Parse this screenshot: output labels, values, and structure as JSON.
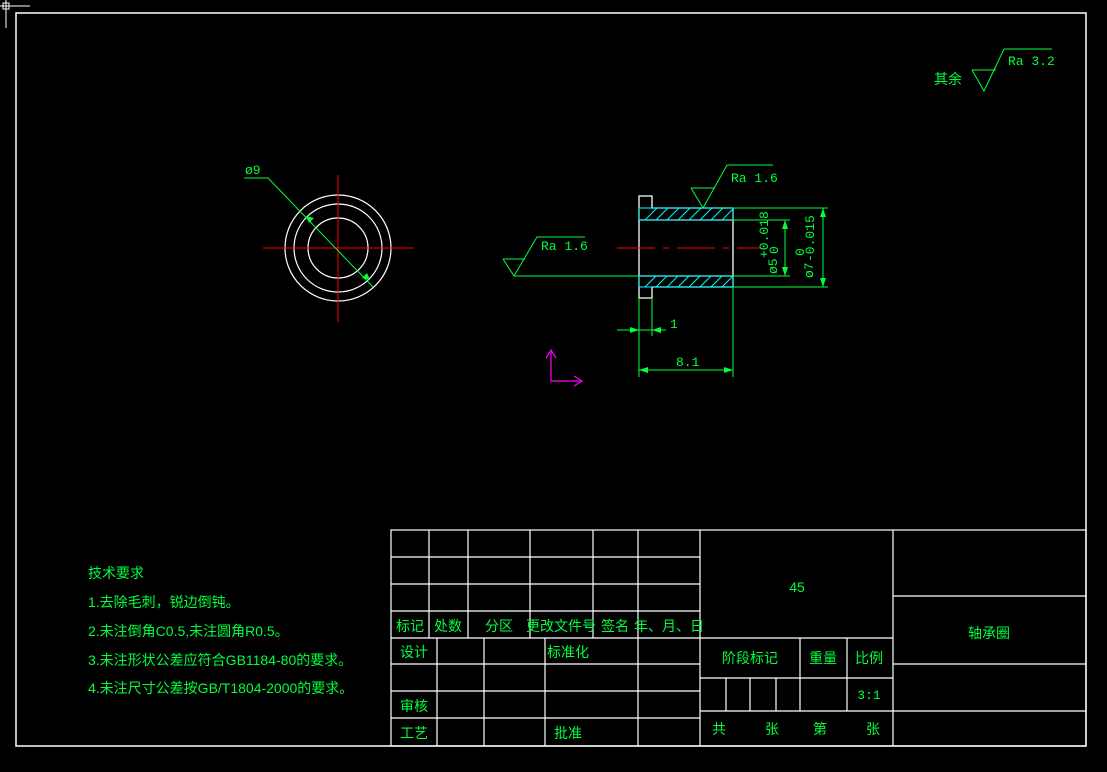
{
  "colors": {
    "background": "#000000",
    "frame": "#ffffff",
    "text": "#00ff3c",
    "centerline": "#ff0000",
    "hatch": "#00ffff",
    "ucs": "#ff00ff"
  },
  "general_roughness": {
    "label": "其余",
    "value": "Ra 3.2"
  },
  "end_view": {
    "diameter_label": "ø9"
  },
  "section_view": {
    "top_roughness": "Ra 1.6",
    "bore_roughness": "Ra 1.6",
    "inner_diameter": {
      "nominal": "ø5",
      "upper": "+0.018",
      "lower": "0"
    },
    "outer_diameter": {
      "nominal": "ø7",
      "upper": "0",
      "lower": "-0.015"
    },
    "flange_thickness": "1",
    "total_length": "8.1"
  },
  "tech_requirements": {
    "title": "技术要求",
    "items": [
      "1.去除毛刺，锐边倒钝。",
      "2.未注倒角C0.5,未注圆角R0.5。",
      "3.未注形状公差应符合GB1184-80的要求。",
      "4.未注尺寸公差按GB/T1804-2000的要求。"
    ]
  },
  "title_block": {
    "material": "45",
    "part_name": "轴承圈",
    "revision_headers": [
      "标记",
      "处数",
      "分区",
      "更改文件号",
      "签名",
      "年、月、日"
    ],
    "design": "设计",
    "standardization": "标准化",
    "review": "审核",
    "process": "工艺",
    "approve": "批准",
    "stage_mark": "阶段标记",
    "weight": "重量",
    "scale_label": "比例",
    "scale_value": "3:1",
    "sheet_total": "共",
    "sheet_unit1": "张",
    "sheet_index": "第",
    "sheet_unit2": "张"
  }
}
